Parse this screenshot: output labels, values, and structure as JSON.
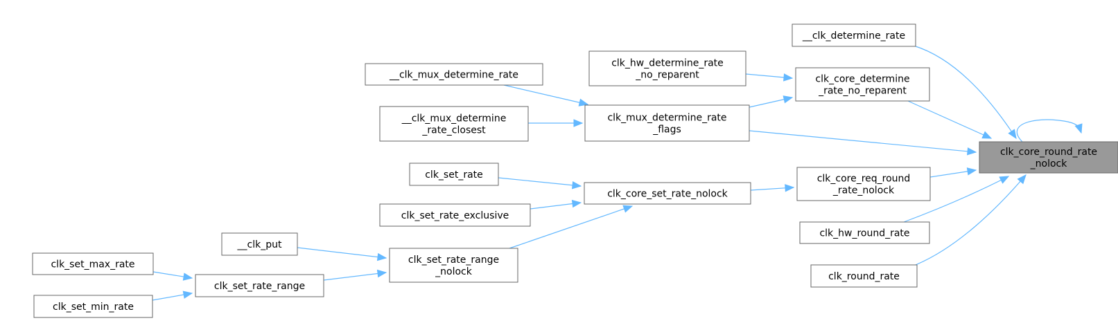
{
  "nodes": [
    {
      "id": "clk_core_round_rate_nolock",
      "lines": [
        "clk_core_round_rate",
        "_nolock"
      ],
      "focus": true
    },
    {
      "id": "__clk_determine_rate",
      "lines": [
        "__clk_determine_rate"
      ]
    },
    {
      "id": "clk_core_determine_rate_no_reparent",
      "lines": [
        "clk_core_determine",
        "_rate_no_reparent"
      ]
    },
    {
      "id": "clk_hw_determine_rate_no_reparent",
      "lines": [
        "clk_hw_determine_rate",
        "_no_reparent"
      ]
    },
    {
      "id": "__clk_mux_determine_rate",
      "lines": [
        "__clk_mux_determine_rate"
      ]
    },
    {
      "id": "clk_mux_determine_rate_flags",
      "lines": [
        "clk_mux_determine_rate",
        "_flags"
      ]
    },
    {
      "id": "__clk_mux_determine_rate_closest",
      "lines": [
        "__clk_mux_determine",
        "_rate_closest"
      ]
    },
    {
      "id": "clk_core_req_round_rate_nolock",
      "lines": [
        "clk_core_req_round",
        "_rate_nolock"
      ]
    },
    {
      "id": "clk_core_set_rate_nolock",
      "lines": [
        "clk_core_set_rate_nolock"
      ]
    },
    {
      "id": "clk_set_rate",
      "lines": [
        "clk_set_rate"
      ]
    },
    {
      "id": "clk_set_rate_exclusive",
      "lines": [
        "clk_set_rate_exclusive"
      ]
    },
    {
      "id": "clk_set_rate_range_nolock",
      "lines": [
        "clk_set_rate_range",
        "_nolock"
      ]
    },
    {
      "id": "__clk_put",
      "lines": [
        "__clk_put"
      ]
    },
    {
      "id": "clk_set_rate_range",
      "lines": [
        "clk_set_rate_range"
      ]
    },
    {
      "id": "clk_set_max_rate",
      "lines": [
        "clk_set_max_rate"
      ]
    },
    {
      "id": "clk_set_min_rate",
      "lines": [
        "clk_set_min_rate"
      ]
    },
    {
      "id": "clk_hw_round_rate",
      "lines": [
        "clk_hw_round_rate"
      ]
    },
    {
      "id": "clk_round_rate",
      "lines": [
        "clk_round_rate"
      ]
    }
  ],
  "edges": [
    {
      "from": "__clk_determine_rate",
      "to": "clk_core_round_rate_nolock"
    },
    {
      "from": "clk_core_determine_rate_no_reparent",
      "to": "clk_core_round_rate_nolock"
    },
    {
      "from": "clk_hw_determine_rate_no_reparent",
      "to": "clk_core_determine_rate_no_reparent"
    },
    {
      "from": "clk_mux_determine_rate_flags",
      "to": "clk_core_determine_rate_no_reparent"
    },
    {
      "from": "__clk_mux_determine_rate",
      "to": "clk_mux_determine_rate_flags"
    },
    {
      "from": "__clk_mux_determine_rate_closest",
      "to": "clk_mux_determine_rate_flags"
    },
    {
      "from": "clk_mux_determine_rate_flags",
      "to": "clk_core_round_rate_nolock"
    },
    {
      "from": "clk_core_round_rate_nolock",
      "to": "clk_core_round_rate_nolock"
    },
    {
      "from": "clk_core_req_round_rate_nolock",
      "to": "clk_core_round_rate_nolock"
    },
    {
      "from": "clk_core_set_rate_nolock",
      "to": "clk_core_req_round_rate_nolock"
    },
    {
      "from": "clk_set_rate",
      "to": "clk_core_set_rate_nolock"
    },
    {
      "from": "clk_set_rate_exclusive",
      "to": "clk_core_set_rate_nolock"
    },
    {
      "from": "clk_set_rate_range_nolock",
      "to": "clk_core_set_rate_nolock"
    },
    {
      "from": "__clk_put",
      "to": "clk_set_rate_range_nolock"
    },
    {
      "from": "clk_set_rate_range",
      "to": "clk_set_rate_range_nolock"
    },
    {
      "from": "clk_set_max_rate",
      "to": "clk_set_rate_range"
    },
    {
      "from": "clk_set_min_rate",
      "to": "clk_set_rate_range"
    },
    {
      "from": "clk_hw_round_rate",
      "to": "clk_core_round_rate_nolock"
    },
    {
      "from": "clk_round_rate",
      "to": "clk_core_round_rate_nolock"
    }
  ],
  "colors": {
    "edge": "#63b8ff",
    "node_border": "#666666",
    "focus_fill": "#999999"
  }
}
